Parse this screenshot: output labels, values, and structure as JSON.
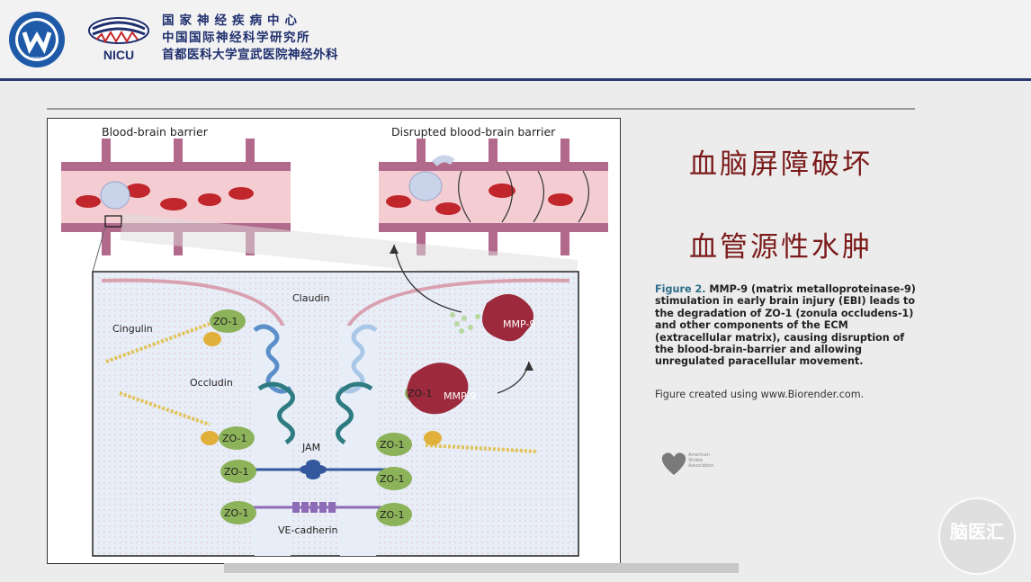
{
  "header": {
    "org_line1": "国家神经疾病中心",
    "org_line2": "中国国际神经科学研究所",
    "org_line3": "首都医科大学宣武医院神经外科",
    "logo2_text": "NICU",
    "logo1_year": "1958"
  },
  "figure": {
    "left_title": "Blood-brain barrier",
    "right_title": "Disrupted blood-brain barrier",
    "labels": {
      "claudin": "Claudin",
      "cingulin": "Cingulin",
      "occludin": "Occludin",
      "jam": "JAM",
      "ve_cadherin": "VE-cadherin",
      "zo1": "ZO-1",
      "mmp9": "MMP-9"
    }
  },
  "titles": {
    "line1": "血脑屏障破坏",
    "line2": "血管源性水肿"
  },
  "caption": {
    "figure_num": "Figure 2.",
    "text": "MMP-9 (matrix metalloproteinase-9) stimulation in early brain injury (EBI) leads to the degradation of ZO-1 (zonula occludens-1) and other components of the ECM (extracellular matrix), causing disruption of the blood-brain-barrier and allowing unregulated paracellular movement.",
    "credit": "Figure created using www.Biorender.com."
  },
  "aha": {
    "line1": "American",
    "line2": "Stroke",
    "line3": "Association."
  },
  "watermark": {
    "text": "脑医汇"
  }
}
